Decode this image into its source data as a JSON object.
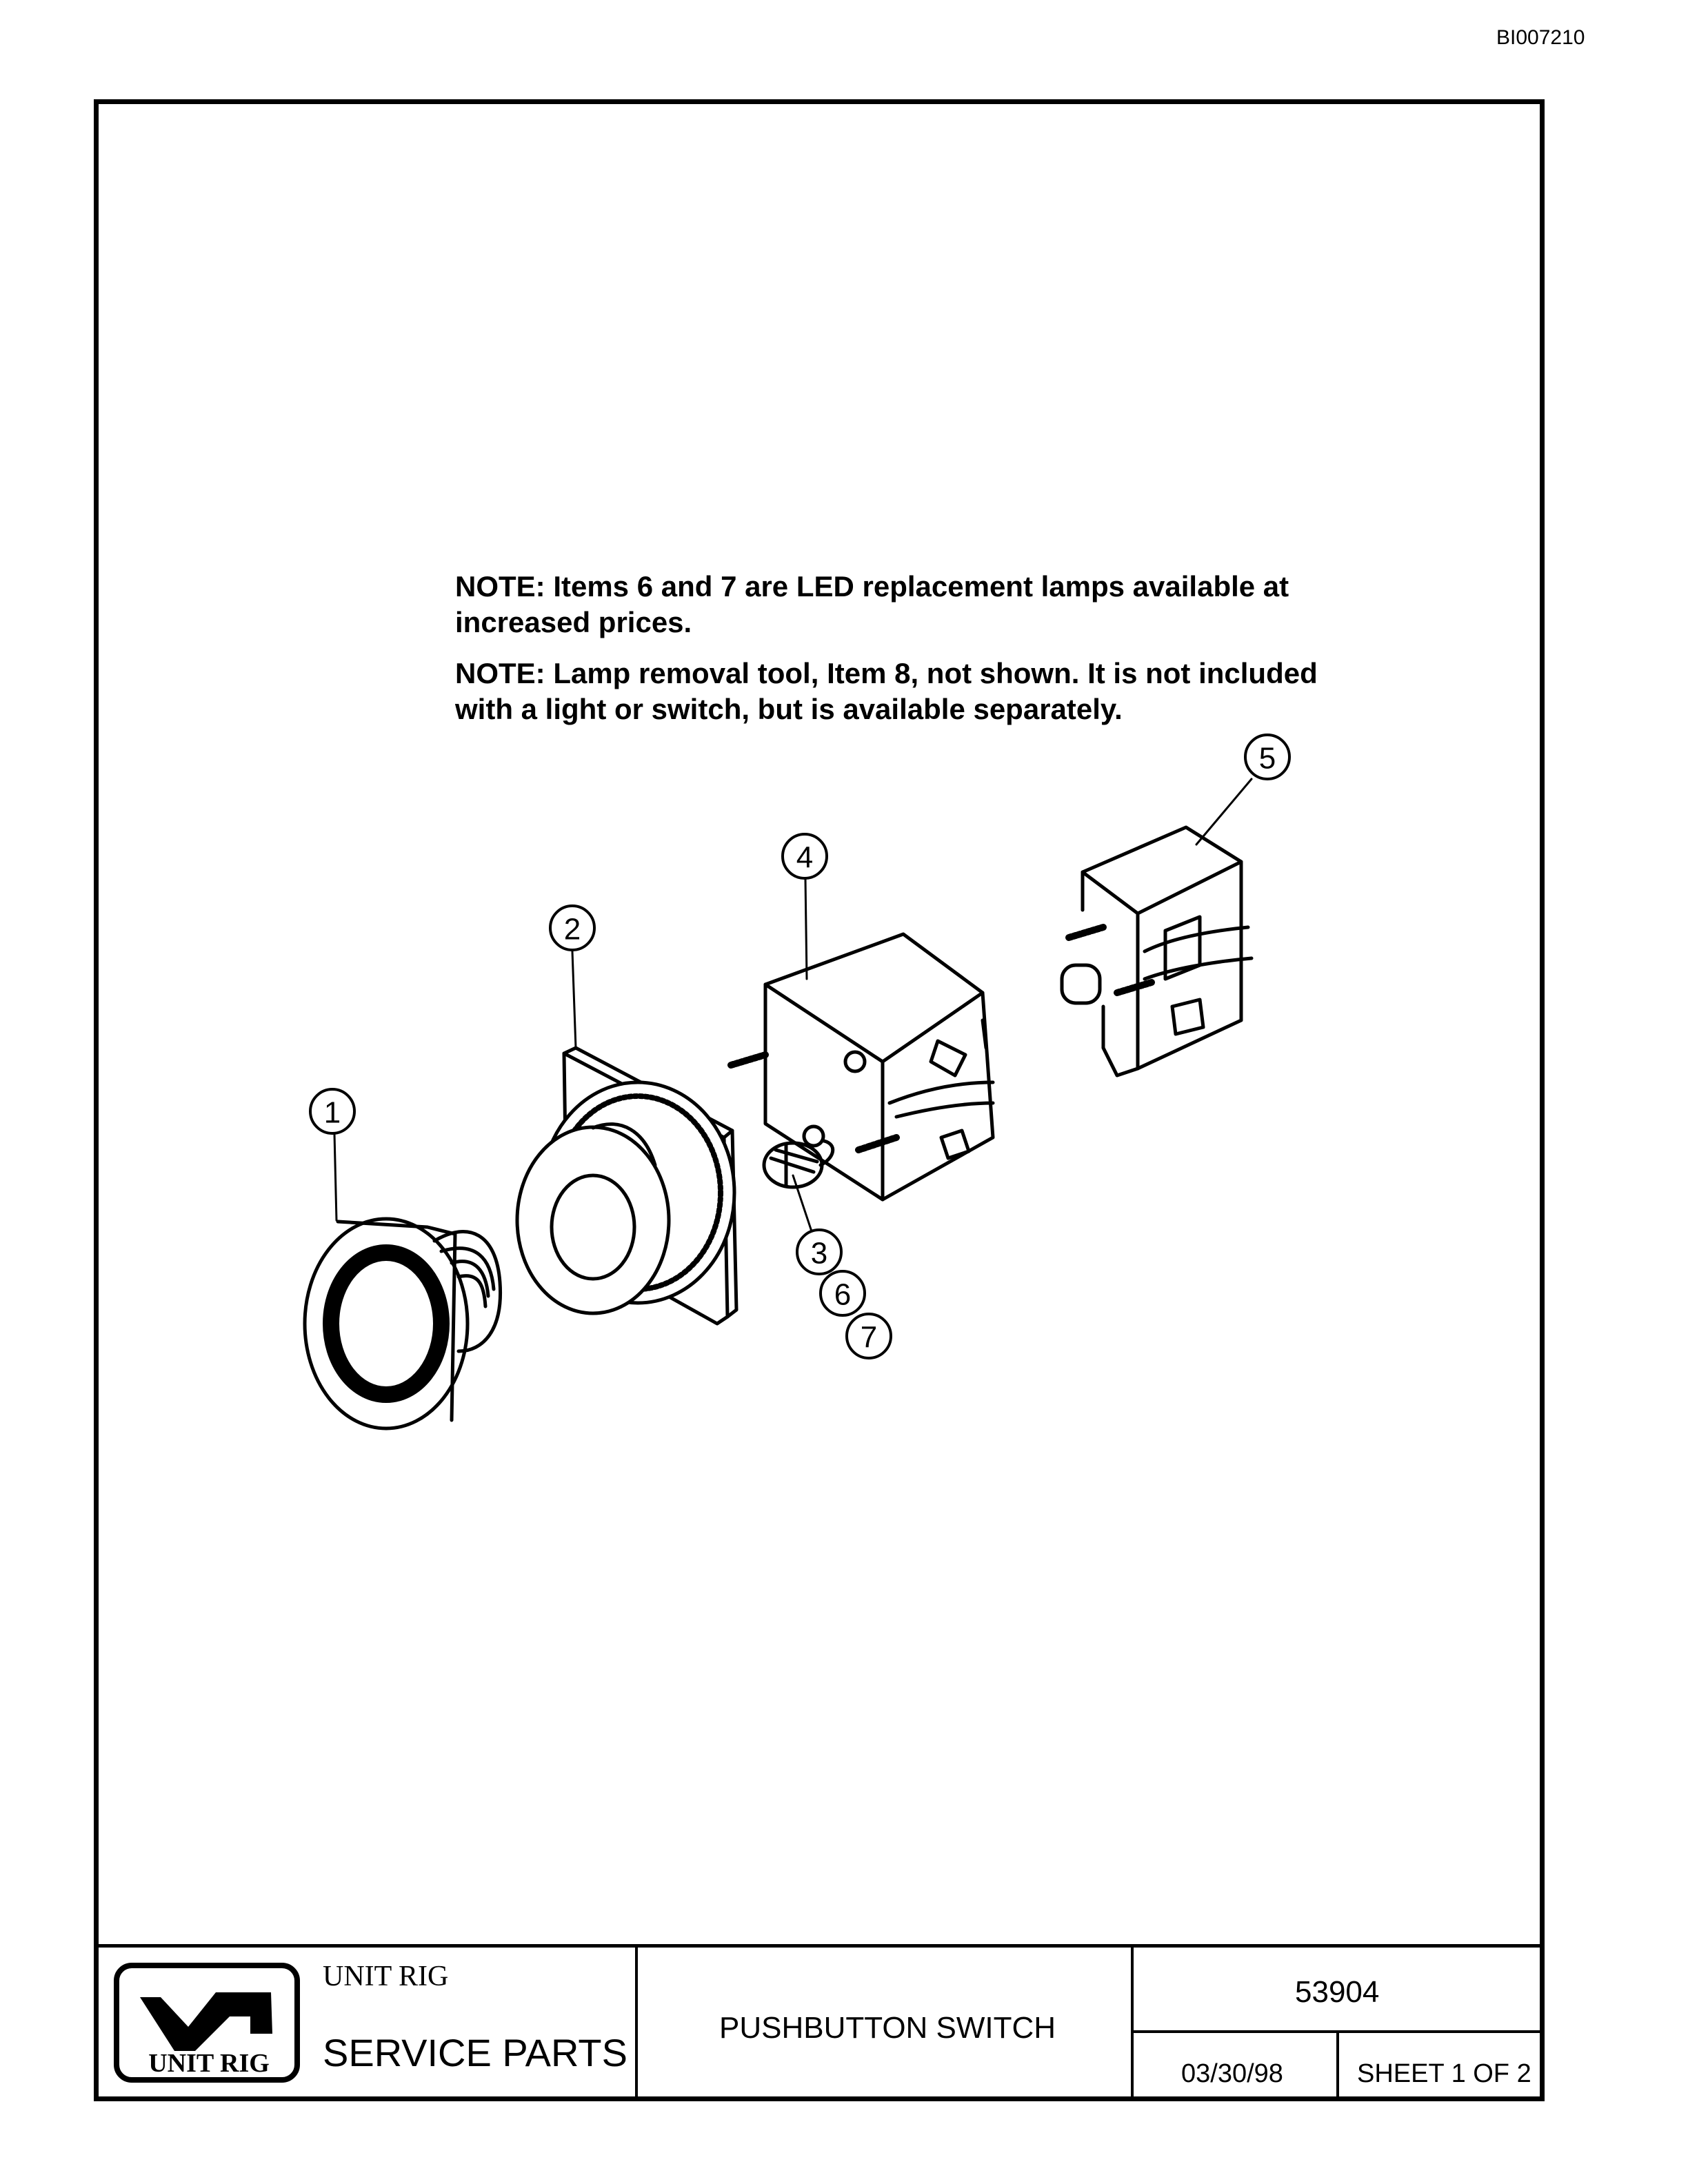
{
  "document": {
    "doc_id": "BI007210"
  },
  "notes": [
    "NOTE: Items 6 and 7 are LED replacement lamps available at increased prices.",
    "NOTE: Lamp removal tool, Item 8, not shown. It is not included with a light or switch, but is available separately."
  ],
  "callouts": [
    "1",
    "2",
    "3",
    "4",
    "5",
    "6",
    "7"
  ],
  "title_block": {
    "logo_text": "UNIT RIG",
    "company": "UNIT RIG",
    "department": "SERVICE PARTS",
    "part_name": "PUSHBUTTON SWITCH",
    "part_number": "53904",
    "date": "03/30/98",
    "sheet": "SHEET 1 OF 2"
  }
}
